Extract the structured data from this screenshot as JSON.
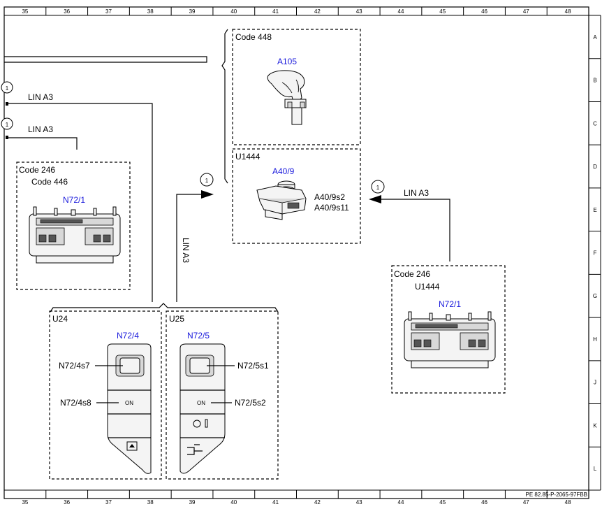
{
  "ruler": {
    "columns": [
      "35",
      "36",
      "37",
      "38",
      "39",
      "40",
      "41",
      "42",
      "43",
      "44",
      "45",
      "46",
      "47",
      "48"
    ],
    "rows": [
      "A",
      "B",
      "C",
      "D",
      "E",
      "F",
      "G",
      "H",
      "J",
      "K",
      "L"
    ]
  },
  "footer": {
    "ref": "PE 82.85-P-2065-97FBB"
  },
  "groups": {
    "code448": "Code 448",
    "u1444_top": "U1444",
    "left": {
      "code": "Code 246",
      "sub": "Code 446"
    },
    "right": {
      "code": "Code 246",
      "sub": "U1444"
    },
    "u24": "U24",
    "u25": "U25"
  },
  "components": {
    "a105": "A105",
    "a40_9": "A40/9",
    "a40_9s2": "A40/9s2",
    "a40_9s11": "A40/9s11",
    "n72_1_left": "N72/1",
    "n72_1_right": "N72/1",
    "n72_4": "N72/4",
    "n72_5": "N72/5",
    "n72_4s7": "N72/4s7",
    "n72_4s8": "N72/4s8",
    "n72_5s1": "N72/5s1",
    "n72_5s2": "N72/5s2",
    "on_left": "ON",
    "on_right": "ON"
  },
  "wires": {
    "lin_1": "LIN A3",
    "lin_2": "LIN A3",
    "lin_3": "LIN A3",
    "lin_4": "LIN A3"
  },
  "markers": {
    "m_left_1": "1",
    "m_left_2": "1",
    "m_center": "1",
    "m_right": "1"
  },
  "colors": {
    "component_label": "#1a1adc",
    "line": "#000000"
  }
}
